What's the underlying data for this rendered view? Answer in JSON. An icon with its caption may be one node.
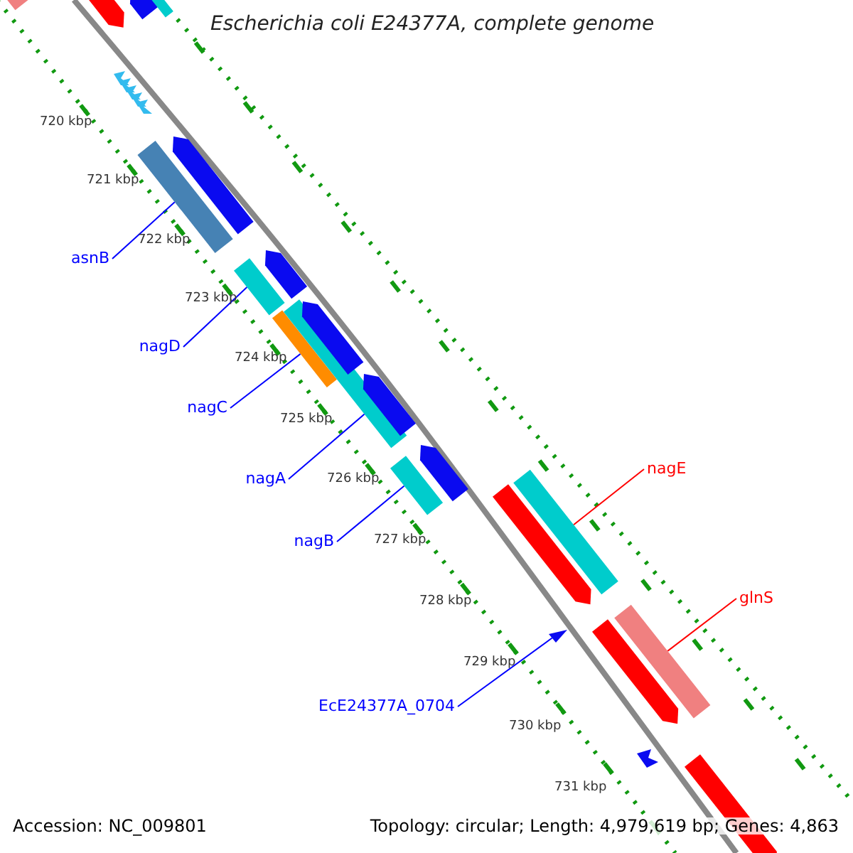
{
  "diagram": {
    "title": "Escherichia coli E24377A, complete genome",
    "nodes": [
      {
        "text": [
          "asnB"
        ]
      },
      {
        "text": [],
        "shape": "bar"
      },
      {
        "text": [
          "nagD"
        ]
      },
      {
        "text": [],
        "shape": "bar"
      },
      {
        "text": [
          "nagC"
        ]
      },
      {
        "text": [],
        "shape": "bar"
      },
      {
        "text": [
          "nagA"
        ]
      },
      {
        "text": [],
        "shape": "bar"
      },
      {
        "text": [
          "nagB"
        ]
      },
      {
        "text": [],
        "shape": "bar"
      },
      {
        "text": [
          "nagE"
        ]
      },
      {
        "text": [],
        "shape": "bar"
      },
      {
        "text": [
          "glnS"
        ]
      },
      {
        "text": [],
        "shape": "bar"
      },
      {
        "text": [
          "EcE24377A_0704"
        ]
      },
      {
        "text": [],
        "shape": "triangle"
      },
      {
        "text": [],
        "shape": "bar"
      },
      {
        "text": [],
        "shape": "bar"
      },
      {
        "text": [],
        "shape": "bar"
      },
      {
        "text": [],
        "shape": "bar"
      },
      {
        "text": [],
        "shape": "bar"
      },
      {
        "text": [],
        "shape": "bar"
      },
      {
        "text": [],
        "shape": "bar"
      },
      {
        "text": [],
        "shape": "bar"
      },
      {
        "text": [],
        "shape": "bar"
      },
      {
        "text": [],
        "shape": "bar"
      },
      {
        "text": [],
        "shape": "bar"
      },
      {
        "text": [],
        "shape": "triangle"
      },
      {
        "text": [],
        "shape": "bar"
      }
    ],
    "edges": [
      {
        "from": 0,
        "to": 1,
        "arrow": "none",
        "color": "#0000ff"
      },
      {
        "from": 2,
        "to": 3,
        "arrow": "none",
        "color": "#0000ff"
      },
      {
        "from": 4,
        "to": 5,
        "arrow": "none",
        "color": "#0000ff"
      },
      {
        "from": 6,
        "to": 7,
        "arrow": "none",
        "color": "#0000ff"
      },
      {
        "from": 8,
        "to": 9,
        "arrow": "none",
        "color": "#0000ff"
      },
      {
        "from": 10,
        "to": 11,
        "arrow": "none",
        "color": "#ff0000"
      },
      {
        "from": 12,
        "to": 13,
        "arrow": "none",
        "color": "#ff0000"
      },
      {
        "from": 14,
        "to": 15,
        "arrow": "none",
        "color": "#0000ff"
      }
    ],
    "labels": [
      "720 kbp",
      "721 kbp",
      "722 kbp",
      "723 kbp",
      "724 kbp",
      "725 kbp",
      "726 kbp",
      "727 kbp",
      "728 kbp",
      "729 kbp",
      "730 kbp",
      "731 kbp",
      "Accession: NC_009801",
      "Topology: circular; Length: 4,979,619 bp; Genes: 4,863"
    ]
  }
}
